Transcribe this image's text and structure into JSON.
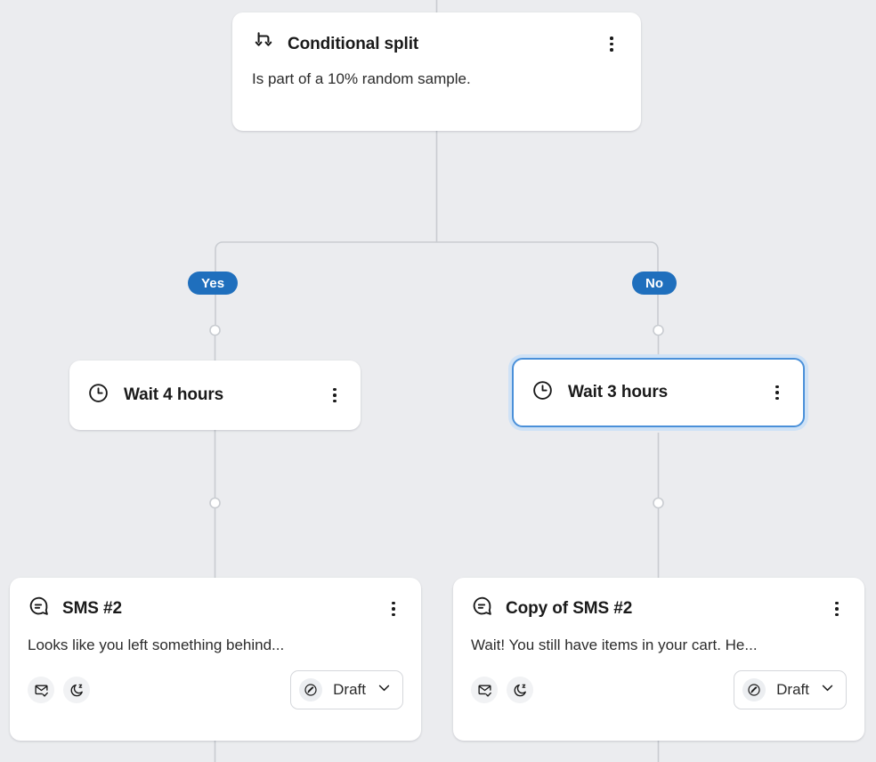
{
  "canvas": {
    "background_color": "#ebecef",
    "connector_color": "#c9ccd1",
    "accent_blue": "#1f6fbd",
    "selected_border": "#4a90d9",
    "selected_glow": "#cfe2f6"
  },
  "nodes": {
    "conditional_split": {
      "icon": "split-arrow-icon",
      "title": "Conditional split",
      "description": "Is part of a 10% random sample.",
      "menu": "kebab-menu"
    },
    "wait_left": {
      "icon": "clock-icon",
      "title": "Wait 4 hours",
      "menu": "kebab-menu",
      "selected": false
    },
    "wait_right": {
      "icon": "clock-icon",
      "title": "Wait 3 hours",
      "menu": "kebab-menu",
      "selected": true
    },
    "sms_left": {
      "icon": "message-bubble-icon",
      "title": "SMS #2",
      "preview": "Looks like you left something behind...",
      "menu": "kebab-menu",
      "badges": [
        "envelope-check-icon",
        "moon-quiet-hours-icon"
      ],
      "status": {
        "icon": "pencil-draft-icon",
        "label": "Draft",
        "caret": "chevron-down-icon"
      }
    },
    "sms_right": {
      "icon": "message-bubble-icon",
      "title": "Copy of SMS #2",
      "preview": "Wait! You still have items in your cart. He...",
      "menu": "kebab-menu",
      "badges": [
        "envelope-check-icon",
        "moon-quiet-hours-icon"
      ],
      "status": {
        "icon": "pencil-draft-icon",
        "label": "Draft",
        "caret": "chevron-down-icon"
      }
    }
  },
  "branches": {
    "yes_label": "Yes",
    "no_label": "No"
  }
}
